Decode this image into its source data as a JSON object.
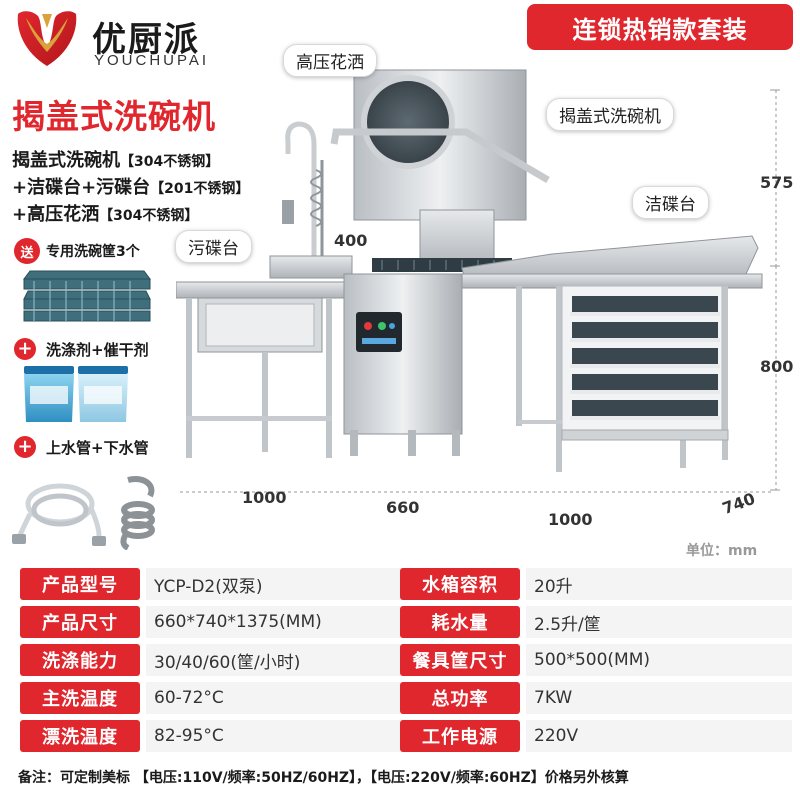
{
  "brand": {
    "name_cn": "优厨派",
    "name_en": "YOUCHUPAI",
    "colors": {
      "primary": "#e0272e",
      "logo_gold": "#d9a23a"
    }
  },
  "badge": "连锁热销款套装",
  "title": "揭盖式洗碗机",
  "spec_lines": [
    {
      "text": "揭盖式洗碗机",
      "note": "【304不锈钢】"
    },
    {
      "text": "+洁碟台+污碟台",
      "note": "【201不锈钢】"
    },
    {
      "text": "+高压花洒",
      "note": "【304不锈钢】"
    }
  ],
  "accessories": {
    "gift_icon": "送",
    "gift_label": "专用洗碗筐3个",
    "detergent_label": "洗涤剂+催干剂",
    "pipes_label": "上水管+下水管",
    "plus_icon": "+"
  },
  "callouts": {
    "sprayer": "高压花洒",
    "dishwasher": "揭盖式洗碗机",
    "clean_table": "洁碟台",
    "dirty_table": "污碟台"
  },
  "dimensions": {
    "d400": "400",
    "d575": "575",
    "d800": "800",
    "d1000_left": "1000",
    "d660": "660",
    "d1000_right": "1000",
    "d740": "740",
    "unit_note": "单位：mm"
  },
  "specs": [
    {
      "k1": "产品型号",
      "v1": "YCP-D2(双泵)",
      "k2": "水箱容积",
      "v2": "20升"
    },
    {
      "k1": "产品尺寸",
      "v1": "660*740*1375(MM)",
      "k2": "耗水量",
      "v2": "2.5升/筐"
    },
    {
      "k1": "洗涤能力",
      "v1": "30/40/60(筐/小时)",
      "k2": "餐具筐尺寸",
      "v2": "500*500(MM)"
    },
    {
      "k1": "主洗温度",
      "v1": "60-72°C",
      "k2": "总功率",
      "v2": "7KW"
    },
    {
      "k1": "漂洗温度",
      "v1": "82-95°C",
      "k2": "工作电源",
      "v2": "220V"
    }
  ],
  "footer": "备注：可定制美标 【电压:110V/频率:50HZ/60HZ】，【电压:220V/频率:60HZ】价格另外核算"
}
